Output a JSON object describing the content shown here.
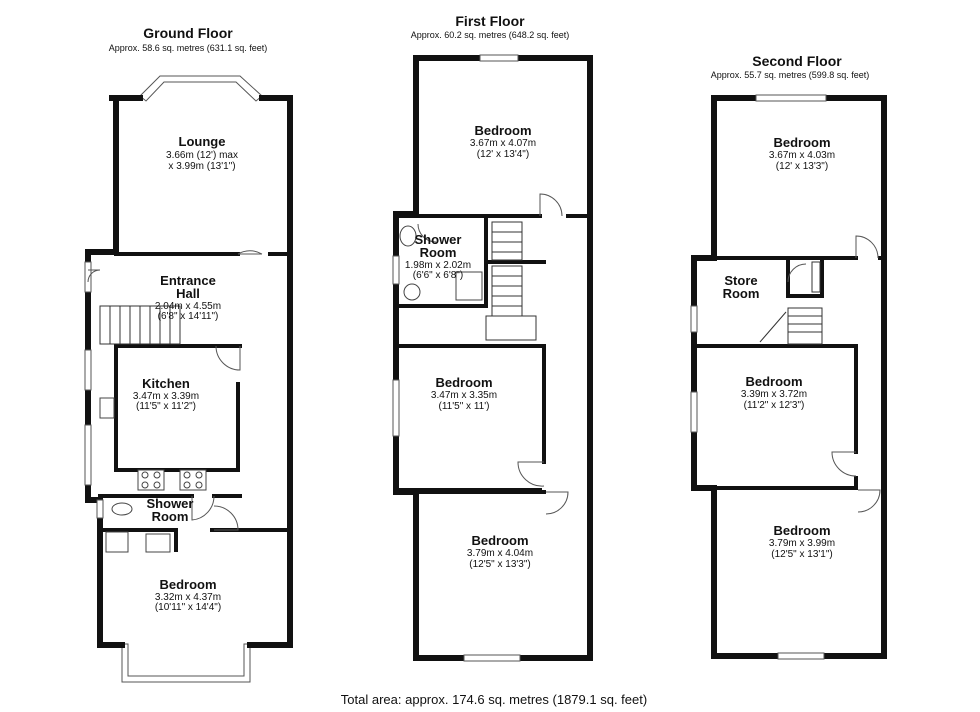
{
  "floors": {
    "ground": {
      "title": "Ground Floor",
      "area": "Approx. 58.6 sq. metres (631.1 sq. feet)",
      "rooms": {
        "lounge": {
          "name": "Lounge",
          "dim1": "3.66m (12') max",
          "dim2": "x 3.99m (13'1\")"
        },
        "hall": {
          "name1": "Entrance",
          "name2": "Hall",
          "dim1": "2.04m x 4.55m",
          "dim2": "(6'8\" x 14'11\")"
        },
        "kitchen": {
          "name": "Kitchen",
          "dim1": "3.47m x 3.39m",
          "dim2": "(11'5\" x 11'2\")"
        },
        "shower": {
          "name1": "Shower",
          "name2": "Room"
        },
        "bedroom": {
          "name": "Bedroom",
          "dim1": "3.32m x 4.37m",
          "dim2": "(10'11\" x 14'4\")"
        }
      }
    },
    "first": {
      "title": "First Floor",
      "area": "Approx. 60.2 sq. metres (648.2 sq. feet)",
      "rooms": {
        "bed1": {
          "name": "Bedroom",
          "dim1": "3.67m x 4.07m",
          "dim2": "(12' x 13'4\")"
        },
        "shower": {
          "name1": "Shower",
          "name2": "Room",
          "dim1": "1.98m x 2.02m",
          "dim2": "(6'6\" x 6'8\")"
        },
        "bed2": {
          "name": "Bedroom",
          "dim1": "3.47m x 3.35m",
          "dim2": "(11'5\" x 11')"
        },
        "bed3": {
          "name": "Bedroom",
          "dim1": "3.79m x 4.04m",
          "dim2": "(12'5\" x 13'3\")"
        }
      }
    },
    "second": {
      "title": "Second Floor",
      "area": "Approx. 55.7 sq. metres (599.8 sq. feet)",
      "rooms": {
        "bed1": {
          "name": "Bedroom",
          "dim1": "3.67m x 4.03m",
          "dim2": "(12' x 13'3\")"
        },
        "store": {
          "name1": "Store",
          "name2": "Room"
        },
        "bed2": {
          "name": "Bedroom",
          "dim1": "3.39m x 3.72m",
          "dim2": "(11'2\" x 12'3\")"
        },
        "bed3": {
          "name": "Bedroom",
          "dim1": "3.79m x 3.99m",
          "dim2": "(12'5\" x 13'1\")"
        }
      }
    }
  },
  "total": "Total area: approx. 174.6 sq. metres (1879.1 sq. feet)"
}
